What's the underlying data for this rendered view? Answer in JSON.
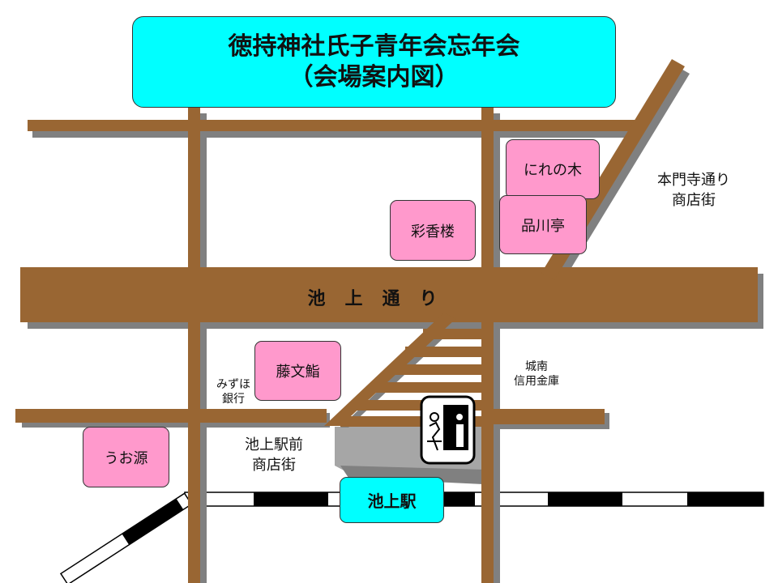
{
  "title": {
    "line1": "徳持神社氏子青年会忘年会",
    "line2": "（会場案内図）"
  },
  "venues": {
    "nirenoki": "にれの木",
    "shinagawatei": "品川亭",
    "saikoro": "彩香楼",
    "fujibunzushi": "藤文鮨",
    "uogen": "うお源"
  },
  "roads": {
    "ikegami_dori": "池　上　通　り"
  },
  "areas": {
    "honmonji_line1": "本門寺通り",
    "honmonji_line2": "商店街",
    "ekimae_line1": "池上駅前",
    "ekimae_line2": "商店街"
  },
  "landmarks": {
    "mizuho_line1": "みずほ",
    "mizuho_line2": "銀行",
    "jonan_line1": "城南",
    "jonan_line2": "信用金庫"
  },
  "station": {
    "name": "池上駅"
  },
  "colors": {
    "road": "#996633",
    "road_shadow": "#808080",
    "venue": "#ff99cc",
    "station_box": "#00ffff",
    "title_box": "#00ffff",
    "platform": "#a6a6a6",
    "rail_dark": "#000000"
  },
  "icons": {
    "toilet": "public-toilet-icon"
  }
}
